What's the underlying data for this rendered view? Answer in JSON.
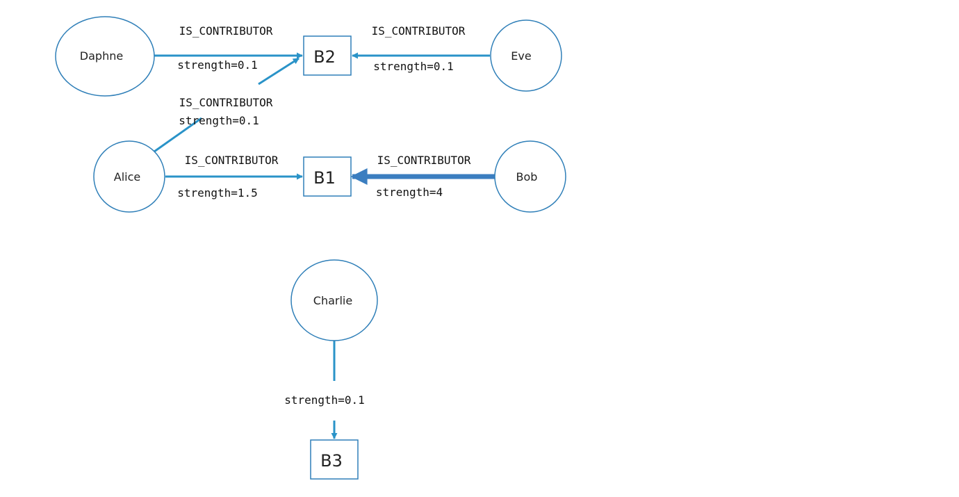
{
  "diagram": {
    "colors": {
      "node_stroke": "#2f7fb8",
      "edge": "#2a93c8",
      "edge_strong": "#3b7ec0"
    },
    "nodes": {
      "daphne": "Daphne",
      "eve": "Eve",
      "alice": "Alice",
      "bob": "Bob",
      "charlie": "Charlie",
      "b1": "B1",
      "b2": "B2",
      "b3": "B3"
    },
    "edges": {
      "daphne_b2": {
        "relation": "IS_CONTRIBUTOR",
        "strength": "strength=0.1"
      },
      "eve_b2": {
        "relation": "IS_CONTRIBUTOR",
        "strength": "strength=0.1"
      },
      "alice_b2": {
        "relation": "IS_CONTRIBUTOR",
        "strength": "strength=0.1"
      },
      "alice_b1": {
        "relation": "IS_CONTRIBUTOR",
        "strength": "strength=1.5"
      },
      "bob_b1": {
        "relation": "IS_CONTRIBUTOR",
        "strength": "strength=4"
      },
      "charlie_b3": {
        "strength": "strength=0.1"
      }
    }
  }
}
